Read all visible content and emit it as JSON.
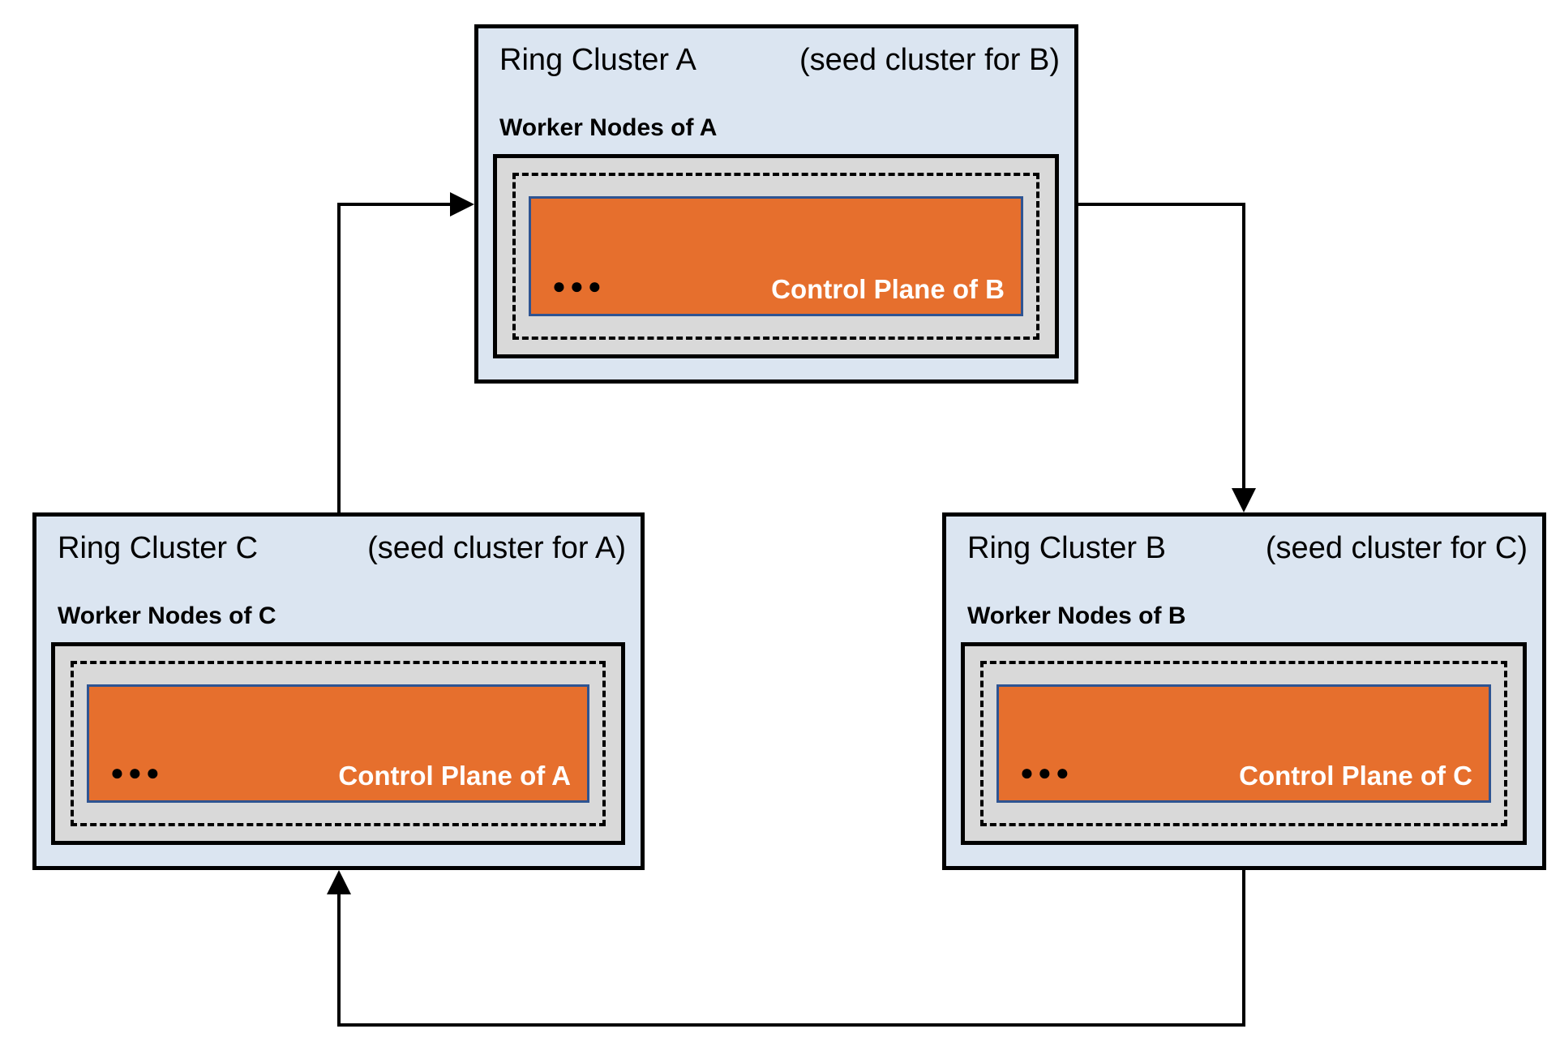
{
  "colors": {
    "cluster-bg": "#dbe5f1",
    "inner-bg": "#d9d9d9",
    "control-plane-bg": "#e66f2d",
    "control-plane-border": "#2e5492",
    "line": "#000000"
  },
  "clusters": [
    {
      "id": "A",
      "title": "Ring Cluster A",
      "seed_note": "(seed cluster for B)",
      "worker_label": "Worker Nodes of A",
      "ellipsis": "●●●",
      "control_plane_label": "Control Plane of B"
    },
    {
      "id": "B",
      "title": "Ring Cluster B",
      "seed_note": "(seed cluster for C)",
      "worker_label": "Worker Nodes of B",
      "ellipsis": "●●●",
      "control_plane_label": "Control Plane of C"
    },
    {
      "id": "C",
      "title": "Ring Cluster C",
      "seed_note": "(seed cluster for A)",
      "worker_label": "Worker Nodes of C",
      "ellipsis": "●●●",
      "control_plane_label": "Control Plane of A"
    }
  ],
  "arrows": [
    {
      "from": "C",
      "to": "A"
    },
    {
      "from": "A",
      "to": "B"
    },
    {
      "from": "B",
      "to": "C"
    }
  ]
}
